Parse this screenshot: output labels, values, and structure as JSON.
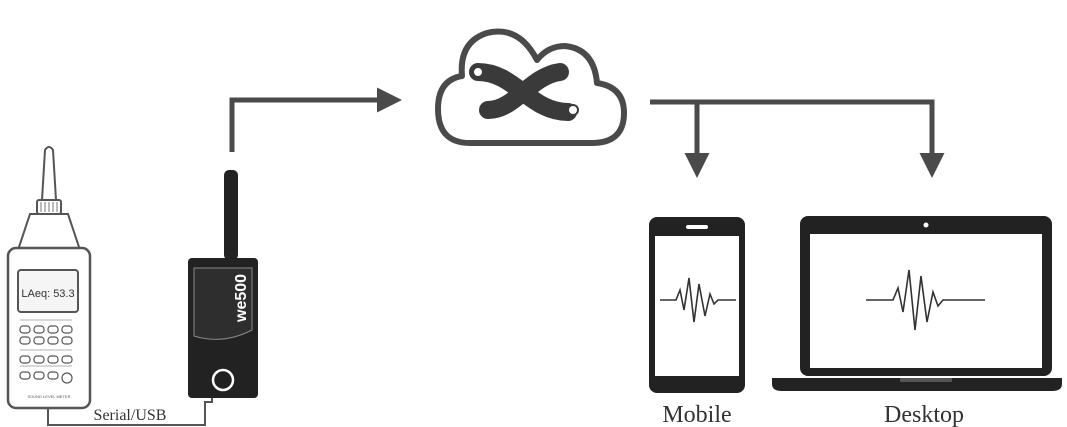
{
  "diagram": {
    "meter": {
      "display_text": "LAeq: 53.3",
      "brand_text": "SOUND LEVEL METER"
    },
    "gateway": {
      "brand_text": "we500"
    },
    "connection_label": "Serial/USB",
    "devices": {
      "mobile_label": "Mobile",
      "desktop_label": "Desktop"
    },
    "colors": {
      "stroke": "#4a4a4a",
      "device_body": "#222222",
      "screen": "#ffffff"
    }
  }
}
